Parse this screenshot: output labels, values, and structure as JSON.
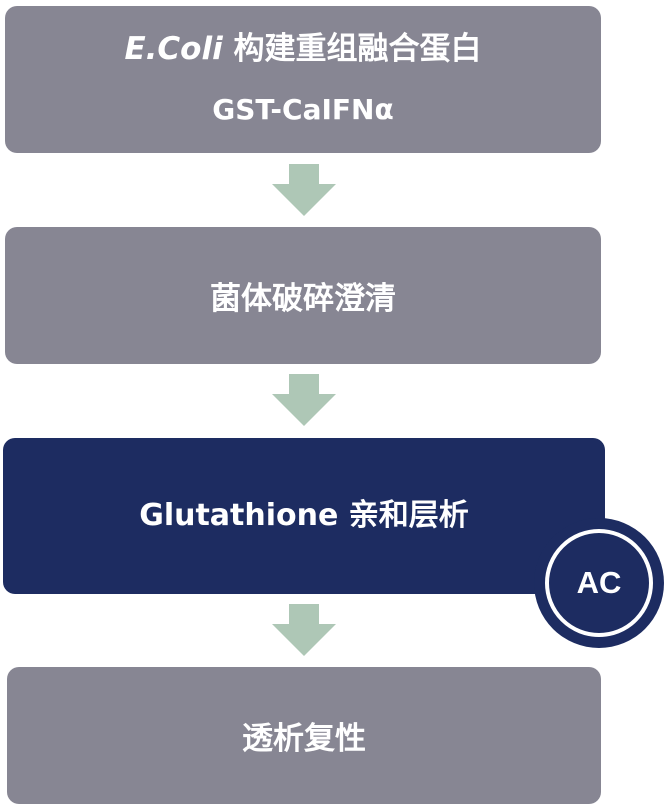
{
  "steps": [
    {
      "prefix": "E.Coli",
      "title": " 构建重组融合蛋白",
      "subtitle": "GST-CaIFNα"
    },
    {
      "title": "菌体破碎澄清"
    },
    {
      "title": "Glutathione 亲和层析"
    },
    {
      "title": "透析复性"
    }
  ],
  "badge": {
    "label": "AC"
  },
  "colors": {
    "gray_box": "#878693",
    "navy_box": "#1d2c61",
    "arrow": "#aec7b6",
    "text": "#ffffff"
  }
}
